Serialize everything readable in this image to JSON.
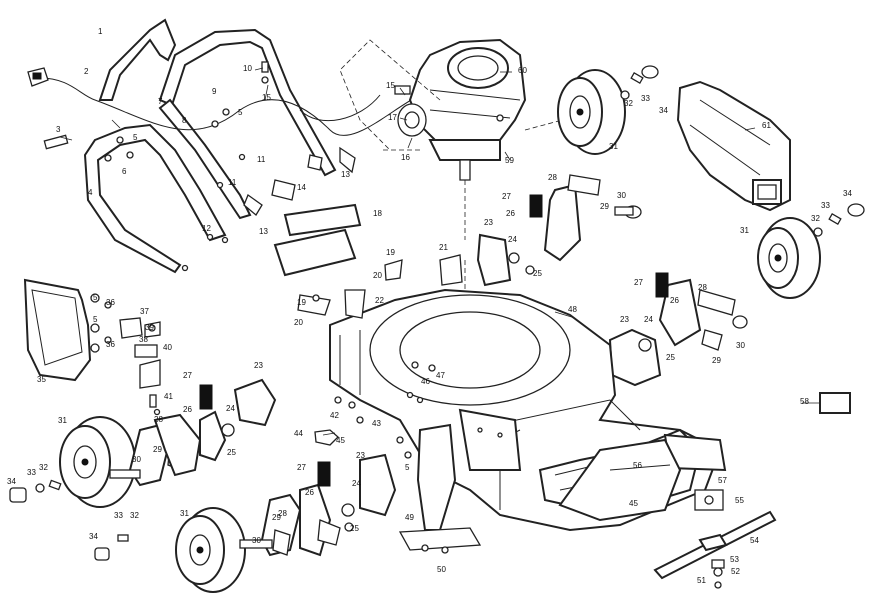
{
  "callouts": [
    "1",
    "2",
    "3",
    "4",
    "5",
    "6",
    "7",
    "8",
    "9",
    "10",
    "11",
    "12",
    "13",
    "14",
    "15",
    "16",
    "17",
    "18",
    "19",
    "20",
    "21",
    "22",
    "23",
    "24",
    "25",
    "26",
    "27",
    "28",
    "29",
    "30",
    "31",
    "32",
    "33",
    "34",
    "35",
    "36",
    "37",
    "38",
    "39",
    "40",
    "41",
    "42",
    "43",
    "44",
    "45",
    "46",
    "47",
    "48",
    "49",
    "50",
    "51",
    "52",
    "53",
    "54",
    "55",
    "56",
    "57",
    "58",
    "59",
    "60",
    "61"
  ]
}
